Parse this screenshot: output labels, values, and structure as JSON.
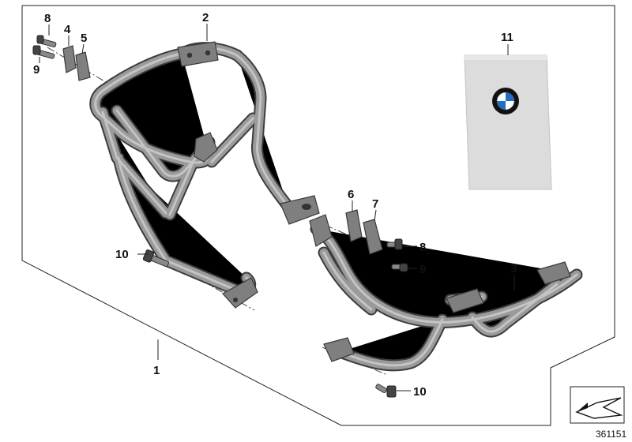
{
  "callouts": {
    "c1": "1",
    "c2": "2",
    "c3": "3",
    "c4": "4",
    "c5": "5",
    "c6": "6",
    "c7": "7",
    "c8a": "8",
    "c8b": "8",
    "c9a": "9",
    "c9b": "9",
    "c10a": "10",
    "c10b": "10",
    "c11": "11"
  },
  "reference_number": "361151",
  "colors": {
    "bmw_blue": "#1f6fc5",
    "bmw_black": "#111111",
    "booklet_fill": "#dcdcdc",
    "tube_dark": "#3d3d3d",
    "tube_mid": "#9a9a9a"
  },
  "icons": [
    "bmw-roundel-icon",
    "direction-arrow-icon"
  ]
}
